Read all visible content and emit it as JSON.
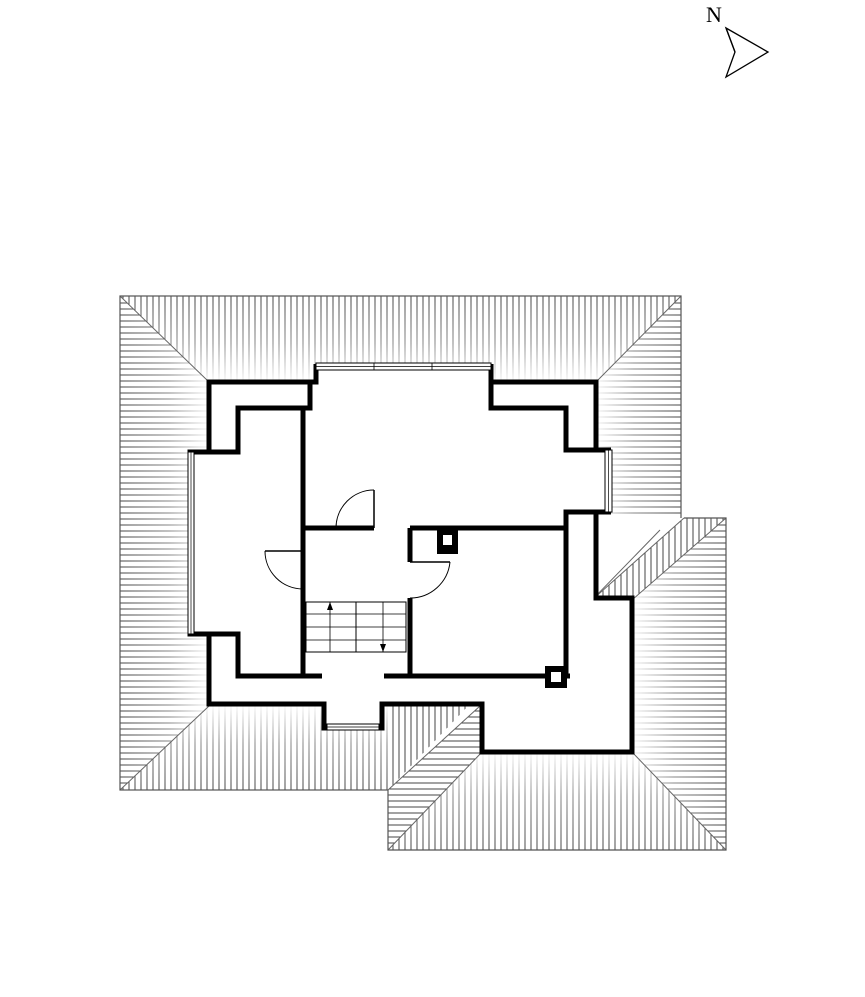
{
  "compass": {
    "label": "N",
    "icon": "north-arrow-icon"
  },
  "drawing": {
    "type": "attic floor plan",
    "line_color": "#000000",
    "roof_hatch_color": "#555555",
    "background": "#ffffff",
    "elements": [
      "roof",
      "roof-extension",
      "exterior-walls",
      "interior-walls",
      "door",
      "staircase",
      "windows",
      "chimney-flues"
    ]
  }
}
